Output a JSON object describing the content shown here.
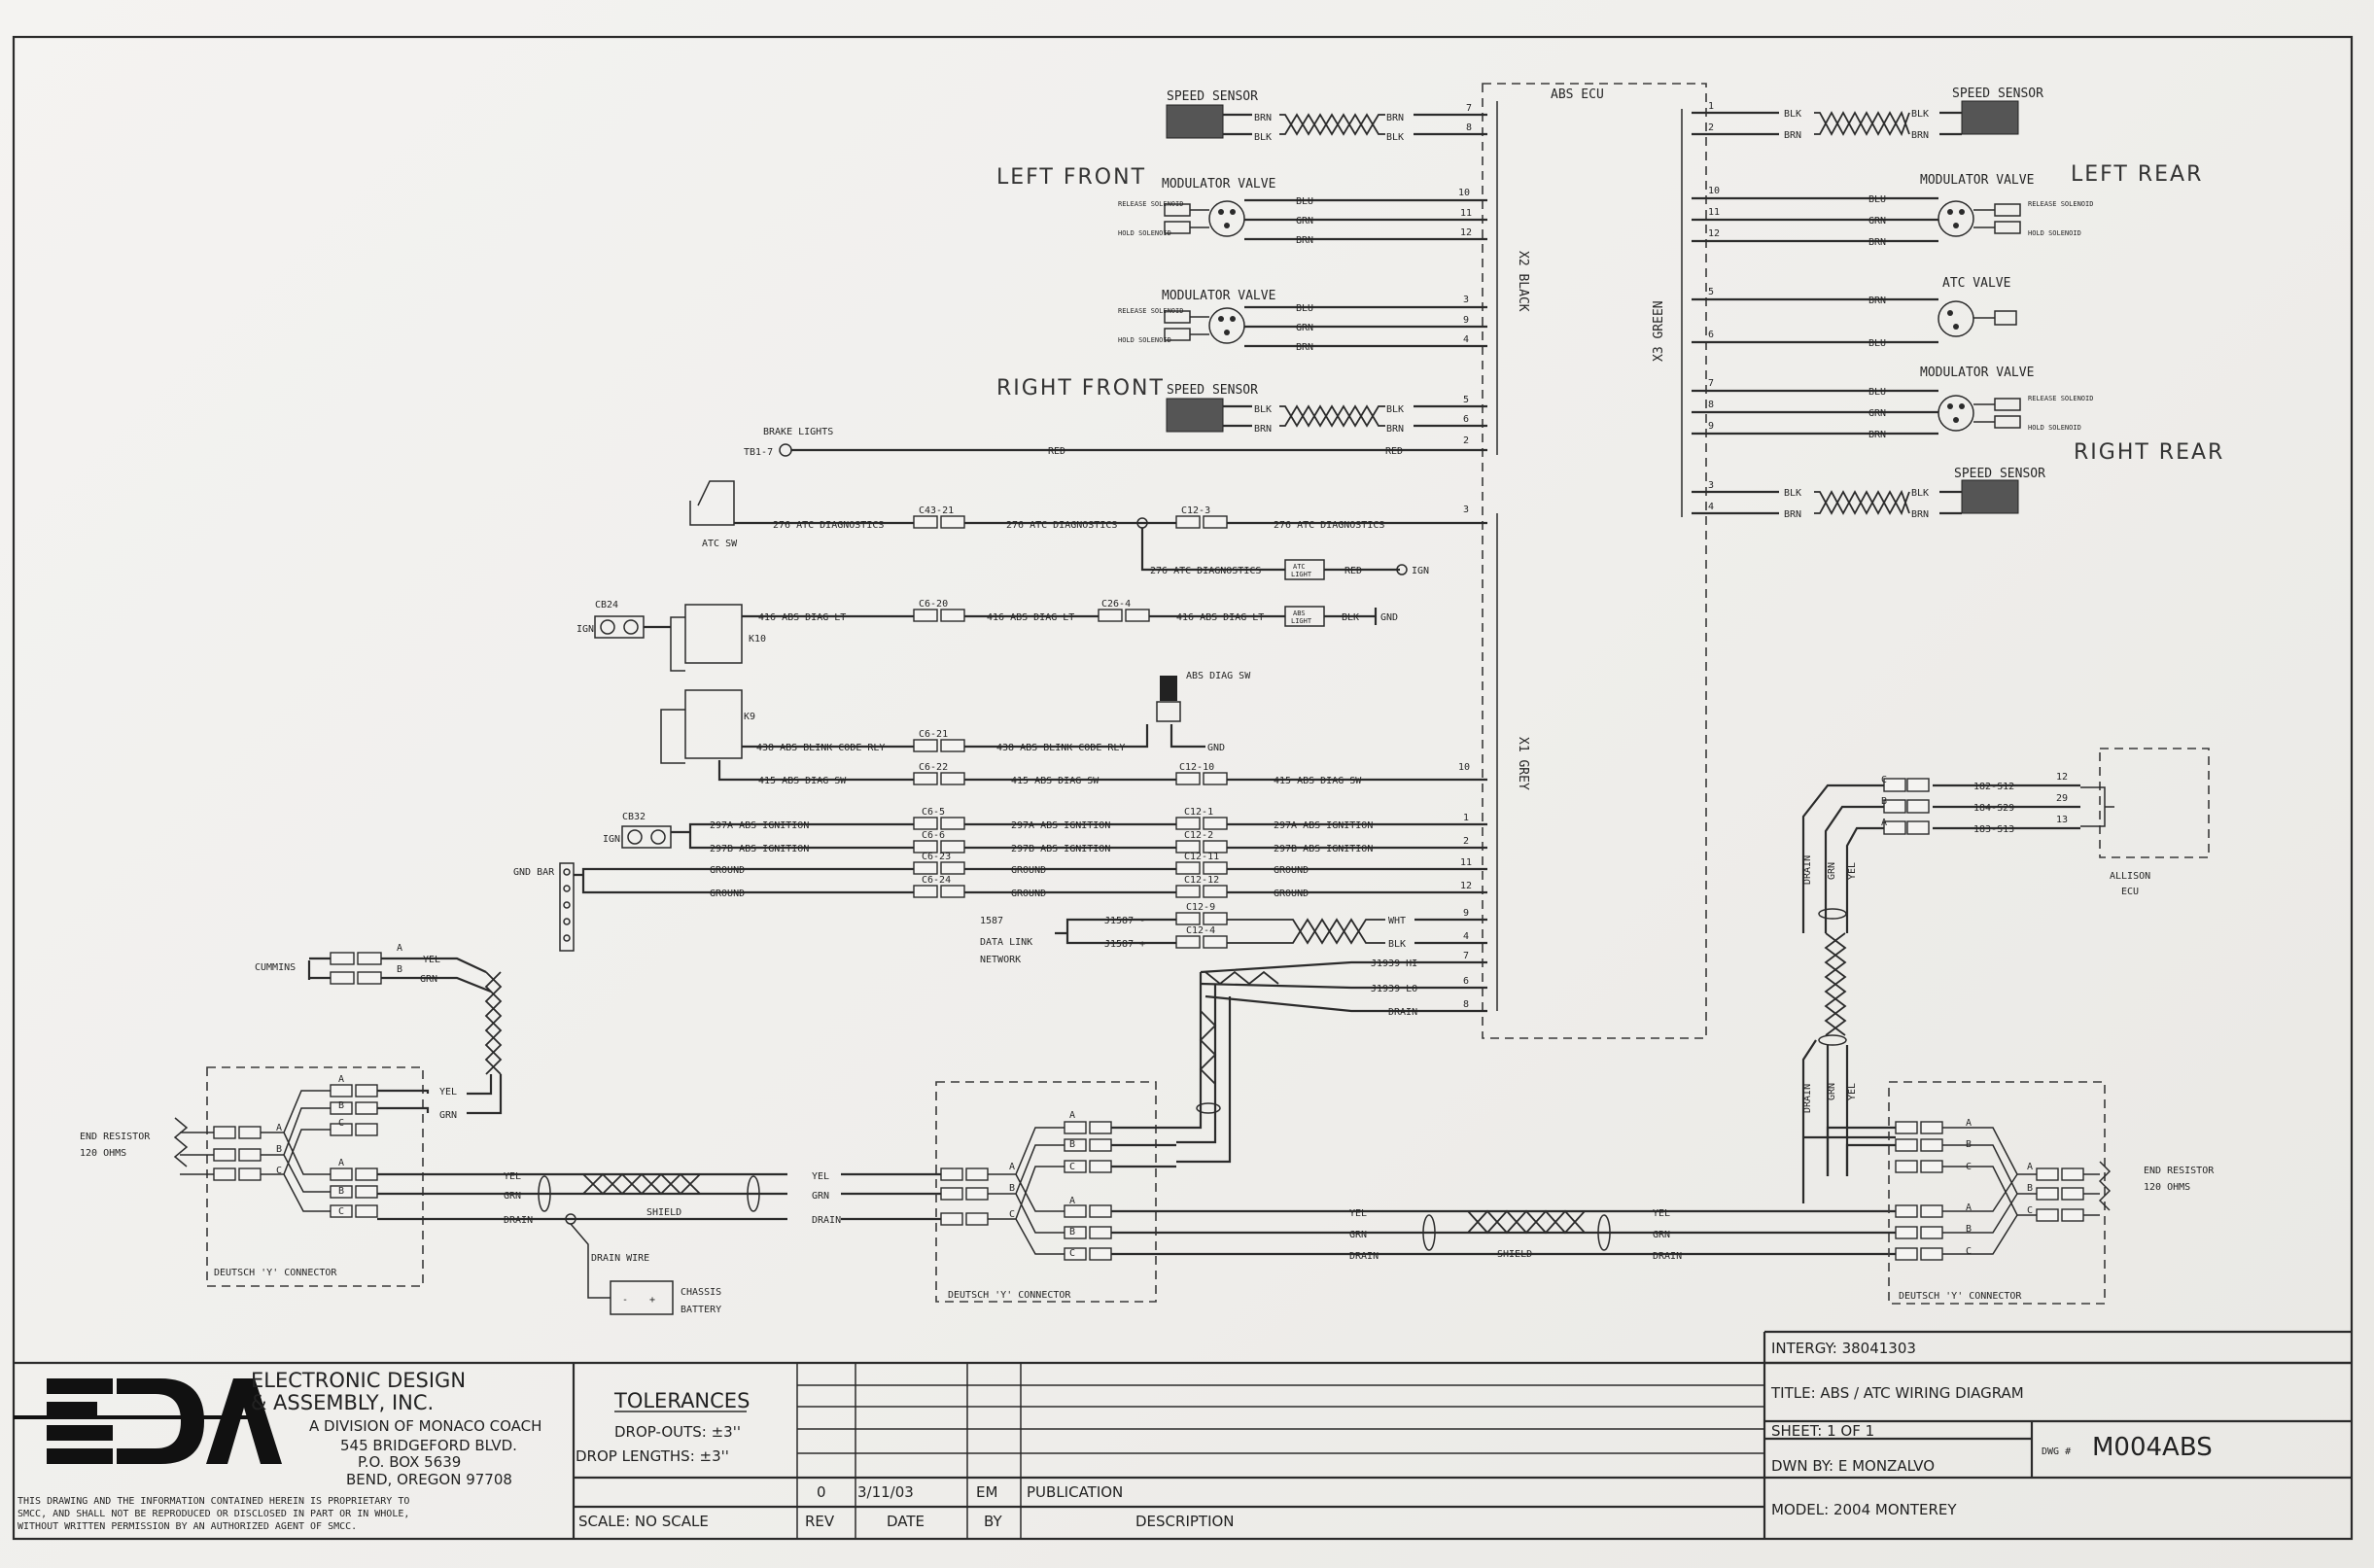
{
  "ecu": {
    "title": "ABS ECU",
    "x2": "X2 BLACK",
    "x3": "X3 GREEN",
    "x1": "X1 GREY"
  },
  "sections": {
    "left_front": "LEFT FRONT",
    "right_front": "RIGHT FRONT",
    "left_rear": "LEFT REAR",
    "right_rear": "RIGHT REAR"
  },
  "components": {
    "speed_sensor": "SPEED SENSOR",
    "modulator_valve": "MODULATOR VALVE",
    "atc_valve": "ATC VALVE",
    "release_solenoid": "RELEASE SOLENOID",
    "hold_solenoid": "HOLD SOLENOID",
    "brake_lights": "BRAKE LIGHTS",
    "tb1_7": "TB1-7",
    "atc_sw": "ATC SW",
    "cb24": "CB24",
    "cb32": "CB32",
    "ign": "IGN",
    "k10": "K10",
    "k9": "K9",
    "abs_diag_sw": "ABS DIAG SW",
    "gnd_bar": "GND BAR",
    "cummins": "CUMMINS",
    "end_resistor": "END RESISTOR",
    "ohms": "120 OHMS",
    "deutsch": "DEUTSCH 'Y' CONNECTOR",
    "drain_wire": "DRAIN WIRE",
    "chassis_battery_1": "CHASSIS",
    "chassis_battery_2": "BATTERY",
    "allison_1": "ALLISON",
    "allison_2": "ECU",
    "data_link_1": "1587",
    "data_link_2": "DATA LINK",
    "data_link_3": "NETWORK",
    "atc_light": "ATC LIGHT",
    "abs_light": "ABS LIGHT"
  },
  "wires": {
    "brn": "BRN",
    "blk": "BLK",
    "blu": "BLU",
    "grn": "GRN",
    "red": "RED",
    "yel": "YEL",
    "drain": "DRAIN",
    "wht": "WHT",
    "shield": "SHIELD",
    "ground": "GROUND",
    "gnd": "GND",
    "ign": "IGN",
    "atc_diag": "276 ATC DIAGNOSTICS",
    "abs_diag_lt": "416 ABS DIAG LT",
    "blink": "438 ABS BLINK CODE RLY",
    "diag_sw": "415 ABS DIAG SW",
    "ign_a": "297A ABS IGNITION",
    "ign_b": "297B ABS IGNITION",
    "j1587m": "J1587 -",
    "j1587p": "J1587 +",
    "j1939hi": "J1939 HI",
    "j1939lo": "J1939 LO",
    "s12": "182-S12",
    "s29": "184-S29",
    "s13": "183-S13"
  },
  "connectors": {
    "c43_21": "C43-21",
    "c12_3": "C12-3",
    "c6_20": "C6-20",
    "c26_4": "C26-4",
    "c6_21": "C6-21",
    "c6_22": "C6-22",
    "c12_10": "C12-10",
    "c6_5": "C6-5",
    "c6_6": "C6-6",
    "c6_23": "C6-23",
    "c6_24": "C6-24",
    "c12_1": "C12-1",
    "c12_2": "C12-2",
    "c12_11": "C12-11",
    "c12_12": "C12-12",
    "c12_9": "C12-9",
    "c12_4": "C12-4"
  },
  "title_block": {
    "company_1": "ELECTRONIC DESIGN",
    "company_2": "& ASSEMBLY, INC.",
    "division": "A DIVISION OF MONACO COACH",
    "addr_1": "545 BRIDGEFORD BLVD.",
    "addr_2": "P.O. BOX 5639",
    "addr_3": "BEND, OREGON 97708",
    "notice_1": "THIS DRAWING AND THE INFORMATION CONTAINED HEREIN IS PROPRIETARY TO",
    "notice_2": "SMCC, AND SHALL NOT BE REPRODUCED OR DISCLOSED IN PART OR IN WHOLE,",
    "notice_3": "WITHOUT WRITTEN PERMISSION BY AN AUTHORIZED AGENT OF SMCC.",
    "tolerances": "TOLERANCES",
    "drop_outs": "DROP-OUTS: ±3''",
    "drop_lengths": "DROP LENGTHS: ±3''",
    "scale": "SCALE: NO SCALE",
    "rev_h": "REV",
    "date_h": "DATE",
    "by_h": "BY",
    "desc_h": "DESCRIPTION",
    "rev": "0",
    "date": "3/11/03",
    "by": "EM",
    "desc": "PUBLICATION",
    "intergy": "INTERGY: 38041303",
    "title": "TITLE: ABS / ATC WIRING DIAGRAM",
    "sheet": "SHEET: 1 OF 1",
    "dwn": "DWN BY: E MONZALVO",
    "dwg_label": "DWG #",
    "dwg": "M004ABS",
    "model": "MODEL: 2004 MONTEREY"
  }
}
